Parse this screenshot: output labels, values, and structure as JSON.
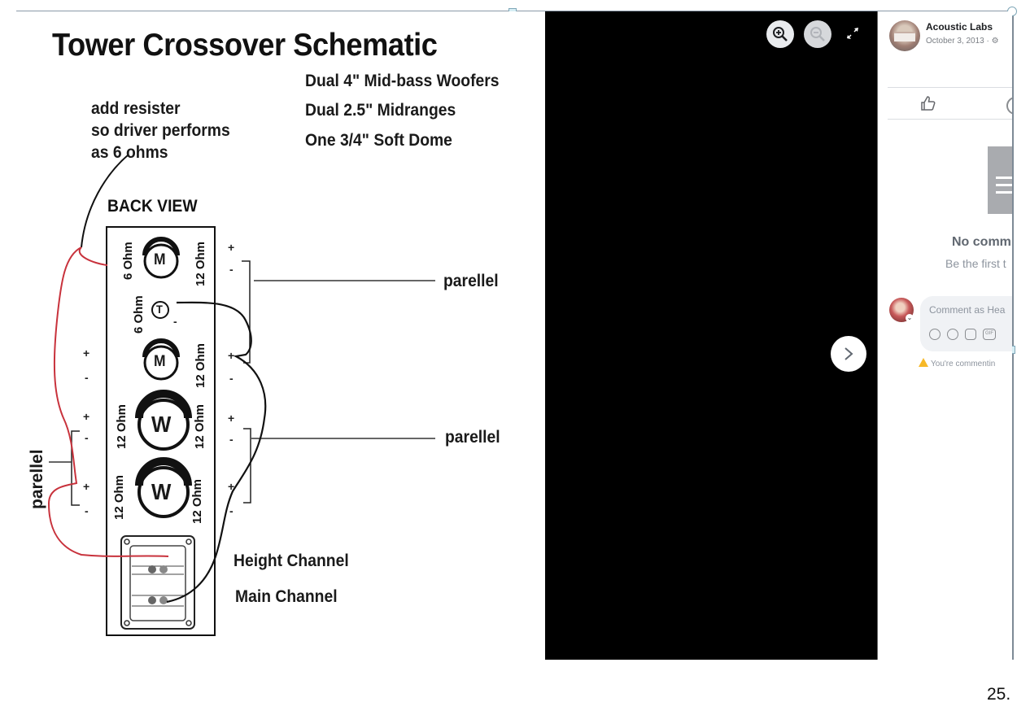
{
  "schematic": {
    "title": "Tower Crossover Schematic",
    "specs": [
      "Dual 4\" Mid-bass Woofers",
      "Dual 2.5\" Midranges",
      "One 3/4\" Soft Dome"
    ],
    "note_lines": [
      "add resister",
      "so driver performs",
      "as 6 ohms"
    ],
    "back_view": "BACK VIEW",
    "parallel_labels": [
      "parellel",
      "parellel",
      "parellel"
    ],
    "height_channel": "Height Channel",
    "main_channel": "Main Channel",
    "drivers": [
      {
        "letter": "M",
        "left_ohm": "6 Ohm",
        "right_ohm": "12 Ohm"
      },
      {
        "letter": "T",
        "left_ohm": "6 Ohm",
        "right_ohm": ""
      },
      {
        "letter": "M",
        "left_ohm": "",
        "right_ohm": "12 Ohm"
      },
      {
        "letter": "W",
        "left_ohm": "12 Ohm",
        "right_ohm": "12 Ohm"
      },
      {
        "letter": "W",
        "left_ohm": "12 Ohm",
        "right_ohm": "12 Ohm"
      }
    ],
    "plus": "+",
    "minus": "-"
  },
  "viewer": {
    "zoom_in_icon": "zoom-in-icon",
    "zoom_out_icon": "zoom-out-icon",
    "fullscreen_icon": "expand-icon",
    "next_icon": "chevron-right-icon",
    "colors": {
      "background": "#000000",
      "button": "#e9ebee"
    }
  },
  "panel": {
    "page_name": "Acoustic Labs",
    "post_date": "October 3, 2013 · ⚙",
    "no_comments_title": "No comm",
    "no_comments_subtitle": "Be the first t",
    "comment_placeholder": "Comment as Hea",
    "warning_text": "You're commentin",
    "comment_tools": [
      "sticker-icon",
      "emoji-icon",
      "camera-icon",
      "gif-icon"
    ],
    "gif_label": "GIF"
  },
  "page_number": "25."
}
